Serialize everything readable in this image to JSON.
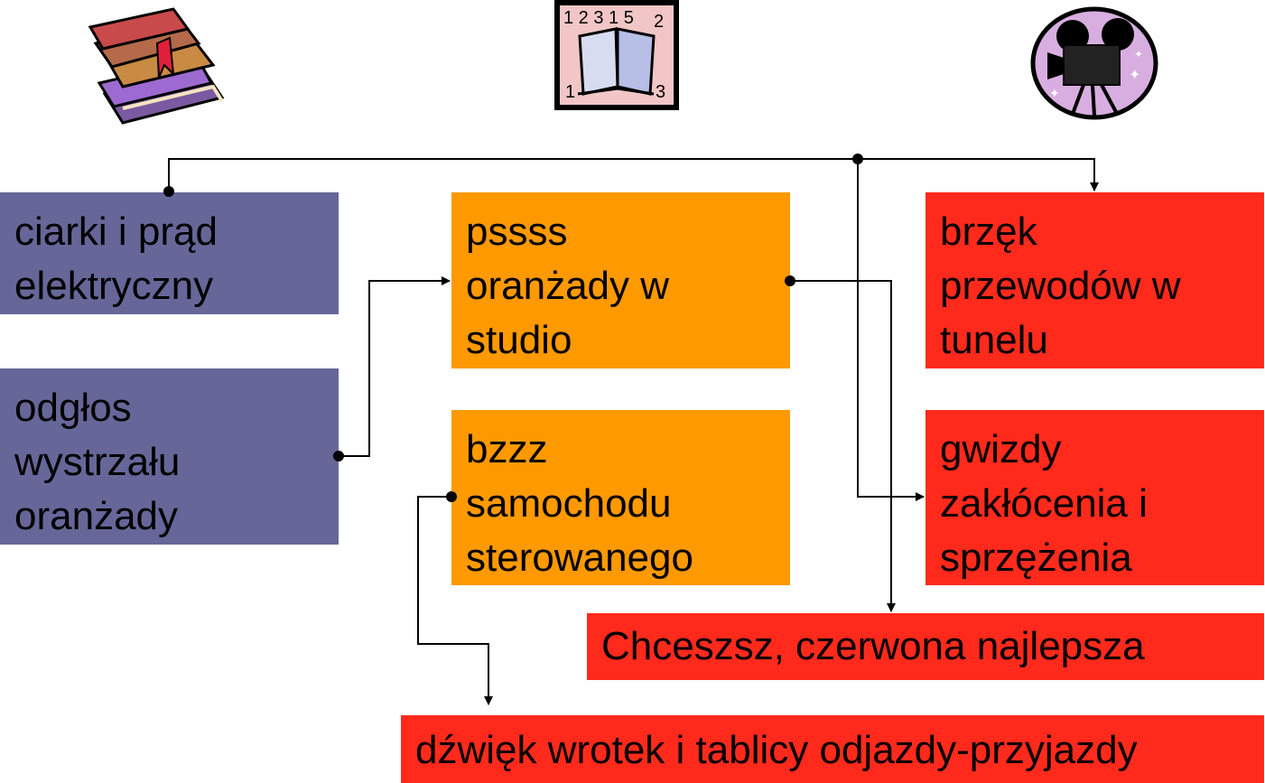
{
  "icons": {
    "books": "books-clipart-icon",
    "book_numbers": "open-book-numbers-clipart-icon",
    "camera": "film-camera-clipart-icon"
  },
  "colors": {
    "purple": "#666699",
    "orange": "#FF9900",
    "red": "#FF2A1C",
    "line": "#000000"
  },
  "boxes": {
    "ciarki": {
      "lines": [
        "ciarki i prąd",
        "elektryczny"
      ]
    },
    "odglos": {
      "lines": [
        "odgłos",
        "wystrzału",
        "oranżady"
      ]
    },
    "pssss": {
      "lines": [
        "pssss",
        "oranżady w",
        "studio"
      ]
    },
    "bzzz": {
      "lines": [
        "bzzz",
        "samochodu",
        "sterowanego"
      ]
    },
    "brzek": {
      "lines": [
        "brzęk",
        "przewodów w",
        "tunelu"
      ]
    },
    "gwizdy": {
      "lines": [
        "gwizdy",
        "zakłócenia i",
        "sprzężenia"
      ]
    },
    "chceszsz": {
      "text": "Chceszsz, czerwona najlepsza"
    },
    "dzwiek": {
      "text": "dźwięk wrotek i tablicy odjazdy-przyjazdy"
    }
  }
}
